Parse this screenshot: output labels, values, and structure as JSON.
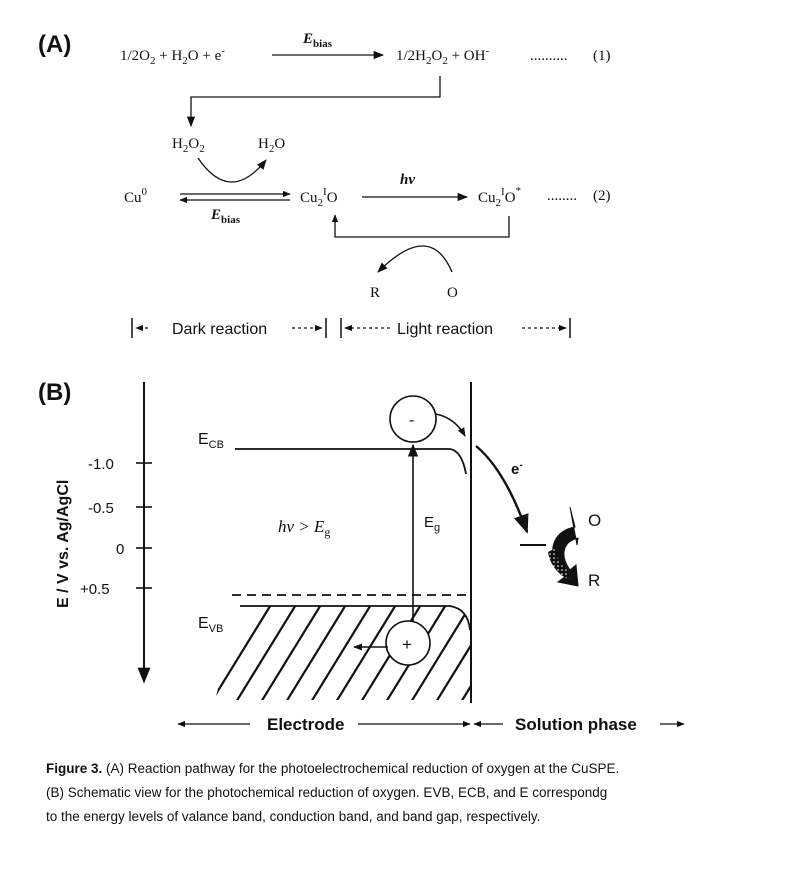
{
  "panel_a": {
    "label": "(A)",
    "eq1": {
      "lhs_1": "1/2O",
      "lhs_1_sub": "2",
      "lhs_2": " + H",
      "lhs_2_sub": "2",
      "lhs_3": "O + e",
      "lhs_3_sup": "-",
      "bias_E": "E",
      "bias_sub": "bias",
      "rhs_1": "1/2H",
      "rhs_1_sub": "2",
      "rhs_2": "O",
      "rhs_2_sub": "2",
      "rhs_3": " + OH",
      "rhs_3_sup": "-",
      "dots": "..........",
      "number": "(1)"
    },
    "eq2": {
      "h2o2_1": "H",
      "h2o2_1_sub": "2",
      "h2o2_2": "O",
      "h2o2_2_sub": "2",
      "h2o_1": "H",
      "h2o_1_sub": "2",
      "h2o_2": "O",
      "cu0_base": "Cu",
      "cu0_sup": "0",
      "bias_E": "E",
      "bias_sub": "bias",
      "cu2o_1": "Cu",
      "cu2o_sub": "2",
      "cu2o_sup": "I",
      "cu2o_2": "O",
      "hv": "hv",
      "cu2ostar_1": "Cu",
      "cu2ostar_sub": "2",
      "cu2ostar_sup": "I",
      "cu2ostar_2": "O",
      "cu2ostar_star": "*",
      "r": "R",
      "o": "O",
      "dots": "........",
      "number": "(2)"
    },
    "dark_reaction": "Dark reaction",
    "light_reaction": "Light reaction"
  },
  "panel_b": {
    "label": "(B)",
    "y_axis_label": "E / V vs. Ag/AgCl",
    "ticks": [
      "-1.0",
      "-0.5",
      "0",
      "+0.5"
    ],
    "ecb_E": "E",
    "ecb_sub": "CB",
    "evb_E": "E",
    "evb_sub": "VB",
    "hv_eq": "hv > E",
    "hv_eq_sub": "g",
    "eg_E": "E",
    "eg_sub": "g",
    "electron": "-",
    "hole": "+",
    "e_minus": "e",
    "e_minus_sup": "-",
    "o": "O",
    "r": "R",
    "electrode": "Electrode",
    "solution_phase": "Solution phase"
  },
  "caption": {
    "bold": "Figure 3.",
    "line1": " (A) Reaction pathway for the photoelectrochemical reduction of oxygen at the CuSPE.",
    "line2": "(B) Schematic view for the photochemical reduction of oxygen. EVB, ECB, and E correspondg",
    "line3": "to the energy levels of valance band, conduction band, and band gap, respectively."
  }
}
